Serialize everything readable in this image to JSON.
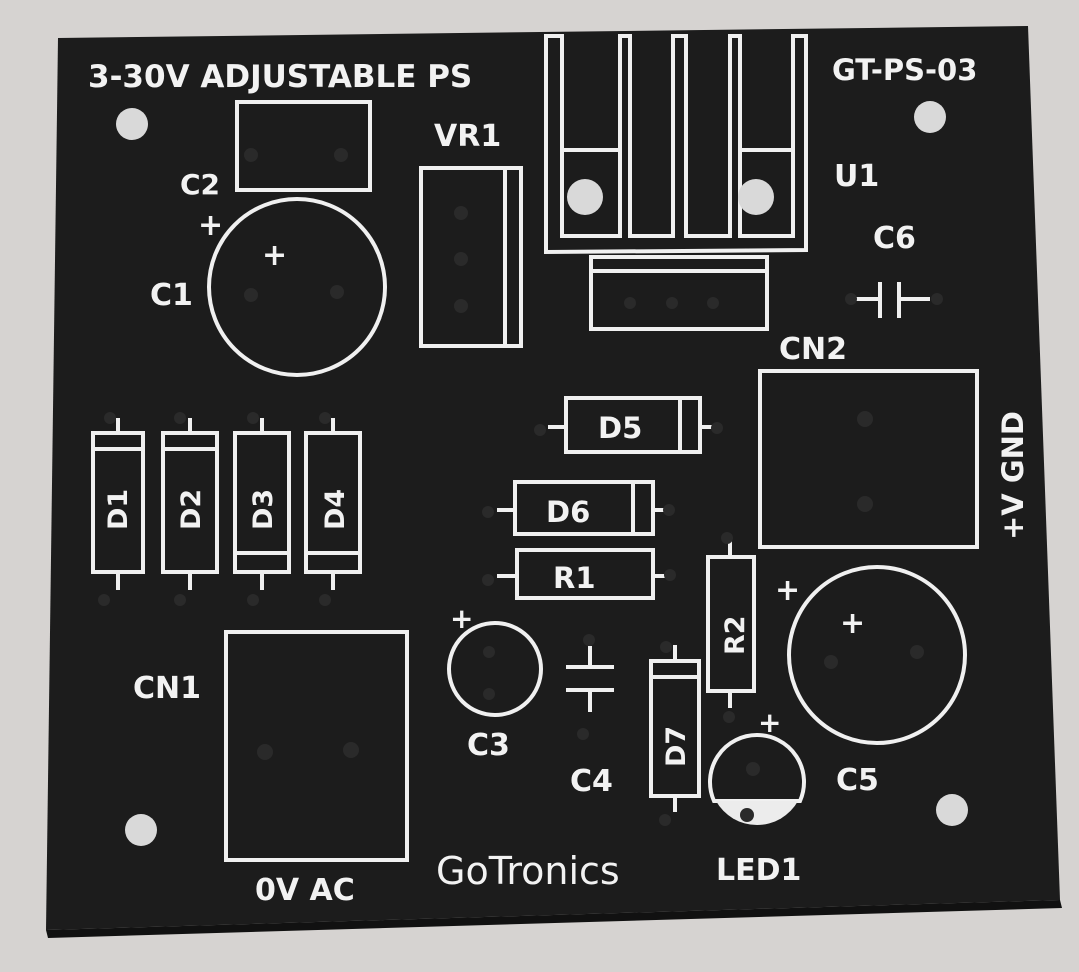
{
  "board": {
    "title": "3-30V ADJUSTABLE  PS",
    "code": "GT-PS-03",
    "brand": "GoTronics",
    "colors": {
      "board": "#1c1c1c",
      "silkscreen": "#f2f2f2",
      "background": "#d6d3d1"
    }
  },
  "labels": {
    "c2": "C2",
    "c1": "C1",
    "c1_plus_outer": "+",
    "c1_plus_inner": "+",
    "vr1": "VR1",
    "u1": "U1",
    "c6": "C6",
    "cn2": "CN2",
    "cn2_side": "+V GND",
    "d1": "D1",
    "d2": "D2",
    "d3": "D3",
    "d4": "D4",
    "d5": "D5",
    "d6": "D6",
    "r1": "R1",
    "r2": "R2",
    "cn1": "CN1",
    "cn1_bottom": "0V  AC",
    "c3": "C3",
    "c3_plus": "+",
    "c4": "C4",
    "d7": "D7",
    "c5": "C5",
    "c5_plus_outer": "+",
    "c5_plus_inner": "+",
    "led1": "LED1",
    "led1_plus": "+"
  }
}
